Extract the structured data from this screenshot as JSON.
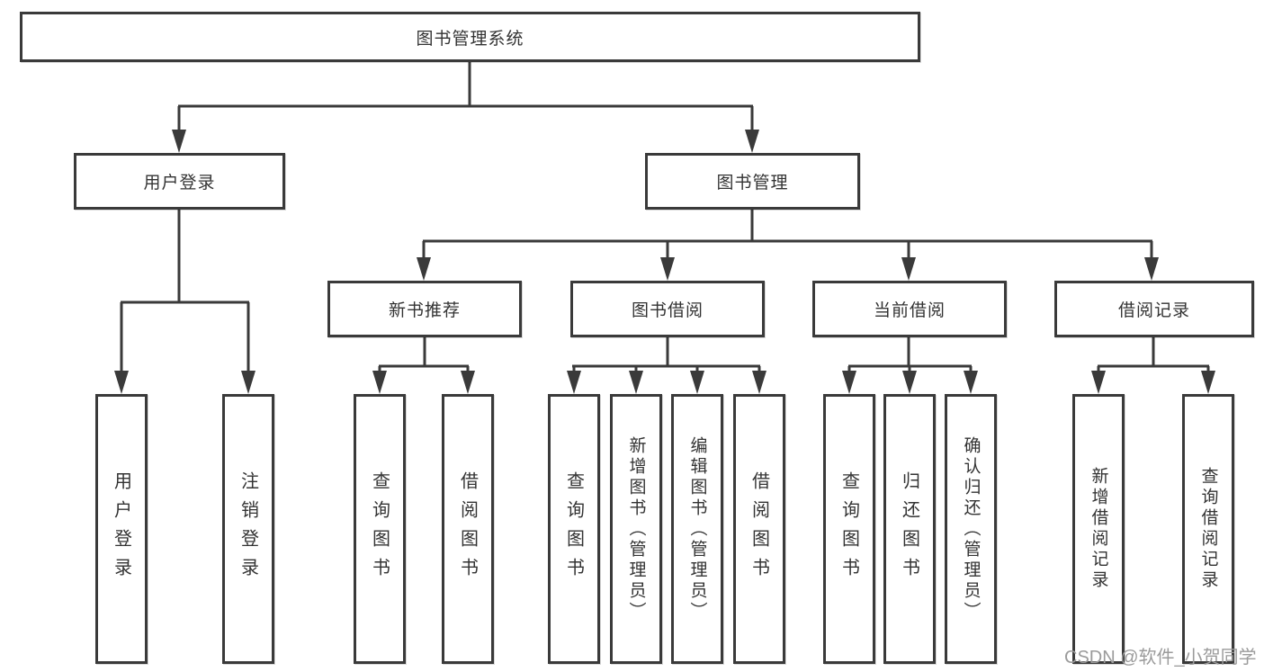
{
  "colors": {
    "line": "#3a3a3a",
    "node_border": "#3a3a3a",
    "node_fill": "#ffffff",
    "node_text": "#333333",
    "background": "#ffffff",
    "watermark_text_color": "#9b9b9b"
  },
  "tree": {
    "root": {
      "label": "图书管理系统"
    },
    "children": [
      {
        "label": "用户登录",
        "children": [
          "用户登录",
          "注销登录"
        ]
      },
      {
        "label": "图书管理",
        "children": [
          {
            "label": "新书推荐",
            "children": [
              "查询图书",
              "借阅图书"
            ]
          },
          {
            "label": "图书借阅",
            "children": [
              "查询图书",
              "新增图书（管理员）",
              "编辑图书（管理员）",
              "借阅图书"
            ]
          },
          {
            "label": "当前借阅",
            "children": [
              "查询图书",
              "归还图书",
              "确认归还（管理员）"
            ]
          },
          {
            "label": "借阅记录",
            "children": [
              "新增借阅记录",
              "查询借阅记录"
            ]
          }
        ]
      }
    ]
  },
  "watermark": {
    "text": "CSDN @软件_小贺同学"
  }
}
